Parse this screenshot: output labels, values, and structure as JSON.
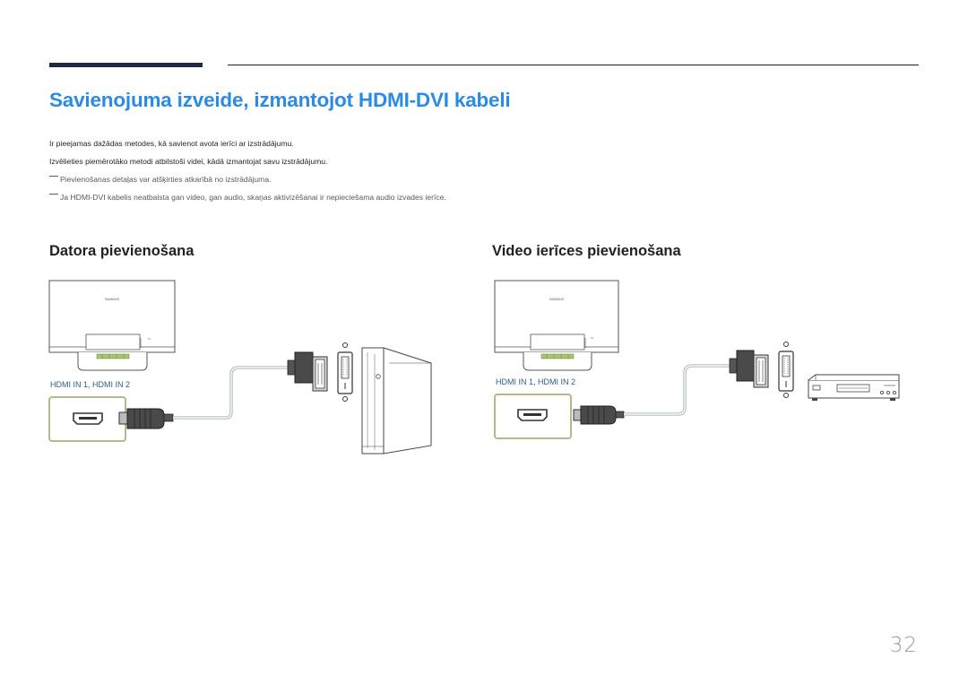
{
  "title": "Savienojuma izveide, izmantojot HDMI-DVI kabeli",
  "body": {
    "line1": "Ir pieejamas dažādas metodes, kā savienot avota ierīci ar izstrādājumu.",
    "line2": "Izvēlieties piemērotāko metodi atbilstoši videi, kādā izmantojat savu izstrādājumu.",
    "note1": "Pievienošanas detaļas var atšķirties atkarībā no izstrādājuma.",
    "note2": "Ja HDMI-DVI kabelis neatbalsta gan video, gan audio, skaņas aktivizēšanai ir nepieciešama audio izvades ierīce."
  },
  "sections": {
    "computer": {
      "heading": "Datora pievienošana",
      "port_label": "HDMI IN 1, HDMI IN 2",
      "monitor_brand": "SAMSUNG"
    },
    "video": {
      "heading": "Video ierīces pievienošana",
      "port_label": "HDMI IN 1, HDMI IN 2",
      "monitor_brand": "SAMSUNG"
    }
  },
  "colors": {
    "title": "#2a8ae6",
    "port_label": "#2f5f88",
    "port_highlight": "#b5b88a",
    "connector_green": "#a7c86a",
    "rule": "#1f2a44"
  },
  "icons": [
    "monitor-icon",
    "hdmi-port-icon",
    "hdmi-plug-icon",
    "dvi-plug-icon",
    "dvi-port-icon",
    "pc-tower-icon",
    "video-player-icon"
  ],
  "page_number": "32"
}
